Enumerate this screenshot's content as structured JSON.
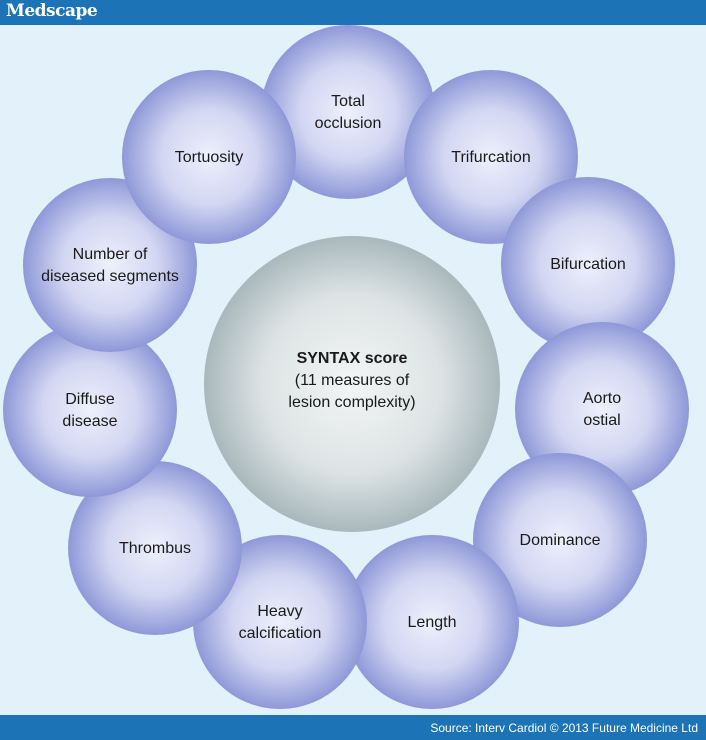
{
  "header": {
    "brand": "Medscape"
  },
  "footer": {
    "source": "Source: Interv Cardiol © 2013 Future Medicine Ltd"
  },
  "diagram": {
    "center": {
      "title": "SYNTAX score",
      "lines": [
        "(11 measures of",
        "lesion complexity)"
      ]
    },
    "measures": [
      {
        "lines": [
          "Total",
          "occlusion"
        ]
      },
      {
        "lines": [
          "Trifurcation"
        ]
      },
      {
        "lines": [
          "Bifurcation"
        ]
      },
      {
        "lines": [
          "Aorto",
          "ostial"
        ]
      },
      {
        "lines": [
          "Dominance"
        ]
      },
      {
        "lines": [
          "Length"
        ]
      },
      {
        "lines": [
          "Heavy",
          "calcification"
        ]
      },
      {
        "lines": [
          "Thrombus"
        ]
      },
      {
        "lines": [
          "Diffuse",
          "disease"
        ]
      },
      {
        "lines": [
          "Number of",
          "diseased segments"
        ]
      },
      {
        "lines": [
          "Tortuosity"
        ]
      }
    ]
  },
  "colors": {
    "header": "#1c74b6",
    "background": "#e2f1fa",
    "outer_circle": "#9aa2de",
    "center_circle": "#b9c7cb"
  }
}
